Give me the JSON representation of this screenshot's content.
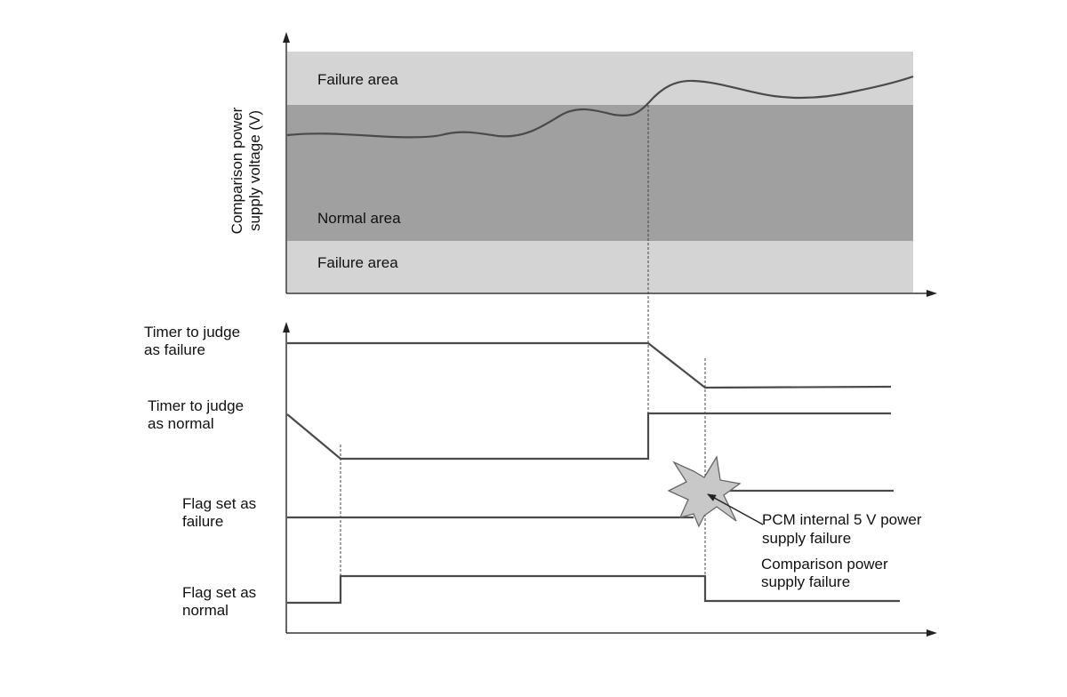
{
  "voltage_chart": {
    "y_axis_label_line1": "Comparison power",
    "y_axis_label_line2": "supply voltage (V)",
    "upper_region_label": "Failure area",
    "middle_region_label": "Normal area",
    "lower_region_label": "Failure area",
    "colors": {
      "failure_area": "#d4d4d4",
      "normal_area": "#a0a0a0",
      "signal": "#4a4a4a"
    }
  },
  "timing_chart": {
    "signals": [
      {
        "label_line1": "Timer to judge",
        "label_line2": "as failure"
      },
      {
        "label_line1": "Timer to judge",
        "label_line2": "as normal"
      },
      {
        "label_line1": "Flag set as",
        "label_line2": "failure"
      },
      {
        "label_line1": "Flag set as",
        "label_line2": "normal"
      }
    ],
    "burst_icon": "explosion-burst-icon",
    "annotations": {
      "pcm_line1": "PCM internal 5 V power",
      "pcm_line2": "supply failure",
      "comparison_line1": "Comparison power",
      "comparison_line2": "supply failure"
    }
  }
}
